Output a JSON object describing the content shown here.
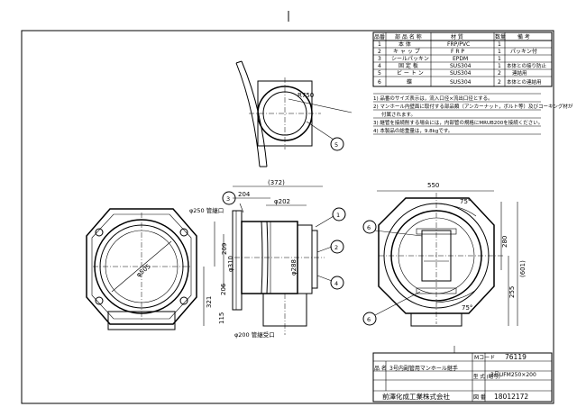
{
  "parts_table": {
    "headers": [
      "品番",
      "部 品 名 称",
      "材 質",
      "数量",
      "備 考"
    ],
    "rows": [
      {
        "no": "1",
        "name": "本 体",
        "material": "FRP/PVC",
        "qty": "1",
        "note": ""
      },
      {
        "no": "2",
        "name": "キ ャ ッ プ",
        "material": "F R P",
        "qty": "1",
        "note": "パッキン付"
      },
      {
        "no": "3",
        "name": "シールパッキン",
        "material": "EPDM",
        "qty": "1",
        "note": ""
      },
      {
        "no": "4",
        "name": "固 定 板",
        "material": "SUS304",
        "qty": "1",
        "note": "本体との接り防止"
      },
      {
        "no": "5",
        "name": "ビ ー ト ン",
        "material": "SUS304",
        "qty": "2",
        "note": "連結用"
      },
      {
        "no": "6",
        "name": "蝶",
        "material": "SUS304",
        "qty": "2",
        "note": "本体との連結用"
      }
    ]
  },
  "notes": [
    "1) 品番のサイズ表示は，流入口径×流出口径とする。",
    "2) マンホール内壁面に取付する部品類（アンカーナット，ボルト等）及びコーキング材が",
    "付属されます。",
    "3) 継管を接続削する場合には，内部管の規格にMRUB200を接続ください。",
    "4) 本製品の総重量は，9.8kgです。"
  ],
  "dimensions": {
    "r750": "R750",
    "d372": "(372)",
    "d204": "204",
    "d202": "φ202",
    "d250_port": "φ250 管継口",
    "d209": "209",
    "d310": "φ310",
    "d288": "φ288",
    "d206": "206",
    "d321": "321",
    "d115": "115",
    "d200_port": "φ200 管継受口",
    "d505": "φ505",
    "d550": "550",
    "ang75a": "75°",
    "ang75b": "75°",
    "d280": "280",
    "d255": "255",
    "d601": "(601)"
  },
  "balloons": [
    "1",
    "2",
    "3",
    "4",
    "5",
    "6",
    "6"
  ],
  "title_block": {
    "mcode_label": "Mコード",
    "mcode_value": "76119",
    "name_label": "品 名",
    "name_value": "3号内副管用マンホール継手",
    "model_label": "型 式 (略号)",
    "model_value": "3号UFM250×200",
    "company": "前澤化成工業株式会社",
    "drawing_label": "図 番",
    "drawing_no": "18012172"
  }
}
